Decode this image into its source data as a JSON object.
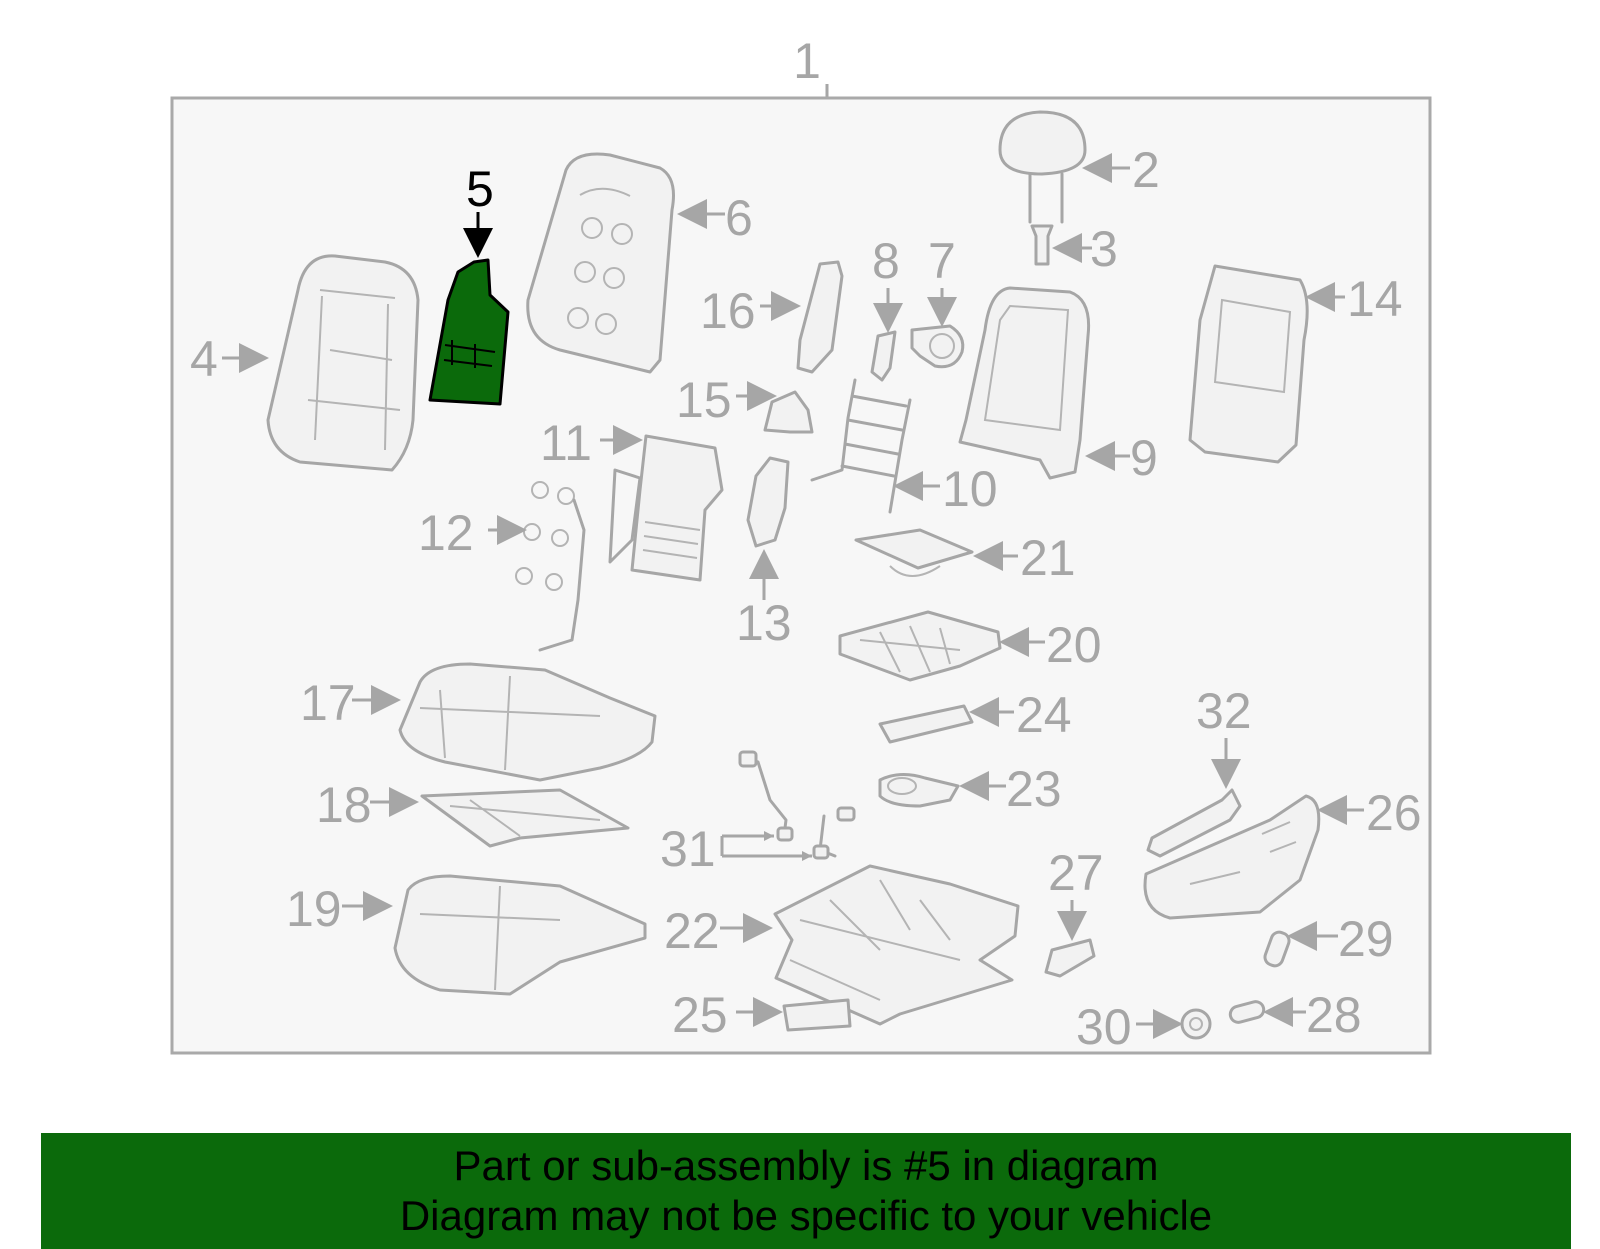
{
  "diagram": {
    "callouts": [
      "1",
      "2",
      "3",
      "4",
      "5",
      "6",
      "7",
      "8",
      "9",
      "10",
      "11",
      "12",
      "13",
      "14",
      "15",
      "16",
      "17",
      "18",
      "19",
      "20",
      "21",
      "22",
      "23",
      "24",
      "25",
      "26",
      "27",
      "28",
      "29",
      "30",
      "31",
      "32"
    ],
    "highlighted_part": "5",
    "colors": {
      "highlight": "#0b6a0b",
      "line": "#a6a6a6",
      "frame_bg": "#f7f7f7"
    }
  },
  "banner": {
    "line1": "Part or sub-assembly is #5 in diagram",
    "line2": "Diagram may not be specific to your vehicle"
  }
}
